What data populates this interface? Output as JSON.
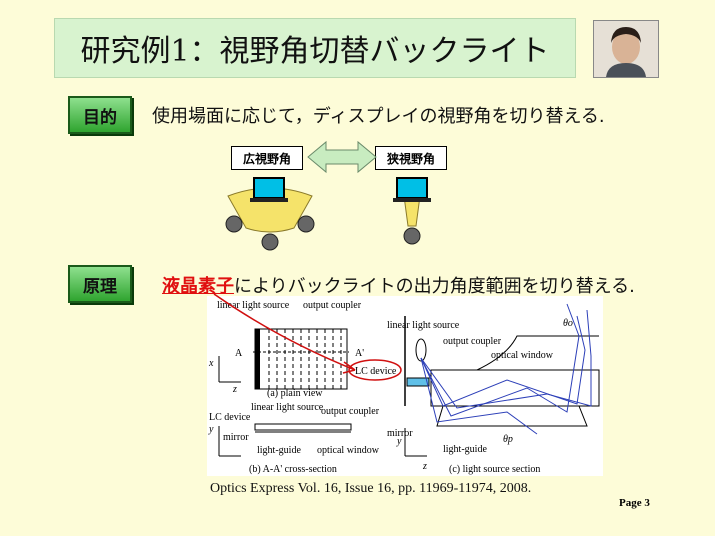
{
  "title": "研究例1：視野角切替バックライト",
  "purpose": {
    "label": "目的",
    "text": "使用場面に応じて，ディスプレイの視野角を切り替える."
  },
  "views": {
    "wide": "広視野角",
    "narrow": "狭視野角"
  },
  "principle": {
    "label": "原理",
    "highlight": "液晶素子",
    "text": "によりバックライトの出力角度範囲を切り替える."
  },
  "figure": {
    "labels": {
      "linear_light_source": "linear light source",
      "output_coupler": "output coupler",
      "a_left": "A",
      "a_right": "A'",
      "x": "x",
      "z": "z",
      "y": "y",
      "plain_view": "(a) plain view",
      "lc_device": "LC device",
      "mirror": "mirror",
      "light_guide": "light-guide",
      "optical_window": "optical window",
      "cross_section": "(b) A-A' cross-section",
      "light_source_section": "(c) light source section",
      "theta_o": "θo",
      "theta_p": "θp"
    }
  },
  "citation": "Optics Express Vol. 16, Issue 16, pp. 11969-11974, 2008.",
  "page": "Page 3"
}
